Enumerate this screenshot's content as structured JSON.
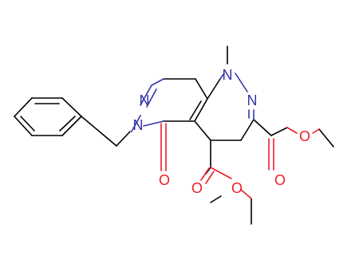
{
  "molecule": {
    "atoms": {
      "n_methyl": "N",
      "n_ring_right": "N",
      "n_ring_left": "N",
      "n_benzyl": "N",
      "o_ketone": "O",
      "o_ester_right_carbonyl": "O",
      "o_ester_right_ether": "O",
      "o_ester_bottom_carbonyl": "O",
      "o_ester_bottom_ether": "O"
    },
    "colors": {
      "bond": "#000000",
      "nitrogen": "#3333aa",
      "oxygen": "#ee1c24"
    }
  }
}
